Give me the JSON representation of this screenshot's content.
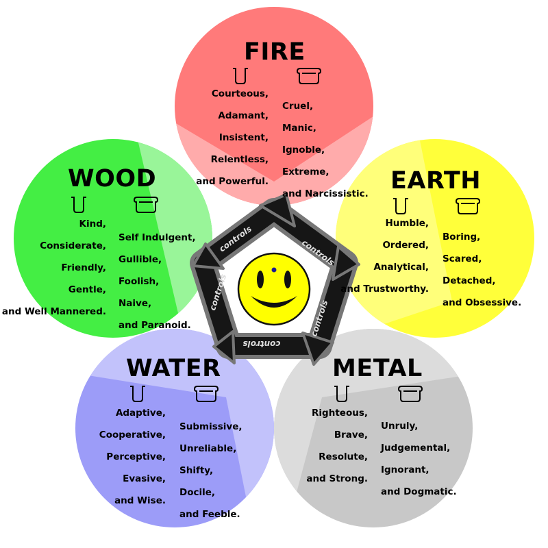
{
  "center": {
    "icon": "smiley-face-icon",
    "controls_label": "controls"
  },
  "elements": [
    {
      "key": "fire",
      "title": "FIRE",
      "icons": [
        "empty-cup-icon",
        "full-cup-icon"
      ],
      "positive": [
        "Courteous,",
        "Adamant,",
        "Insistent,",
        "Relentless,",
        "and Powerful."
      ],
      "negative": [
        "Cruel,",
        "Manic,",
        "Ignoble,",
        "Extreme,",
        "and Narcissistic."
      ],
      "color_dark": "#ff7a7a",
      "color_light": "#ffabab"
    },
    {
      "key": "earth",
      "title": "EARTH",
      "icons": [
        "empty-cup-icon",
        "full-cup-icon"
      ],
      "positive": [
        "Humble,",
        "Ordered,",
        "Analytical,",
        "and Trustworthy."
      ],
      "negative": [
        "Boring,",
        "Scared,",
        "Detached,",
        "and Obsessive."
      ],
      "color_dark": "#ffff3a",
      "color_light": "#ffff7a"
    },
    {
      "key": "metal",
      "title": "METAL",
      "icons": [
        "empty-cup-icon",
        "full-cup-icon"
      ],
      "positive": [
        "Righteous,",
        "Brave,",
        "Resolute,",
        "and Strong."
      ],
      "negative": [
        "Unruly,",
        "Judgemental,",
        "Ignorant,",
        "and Dogmatic."
      ],
      "color_dark": "#c8c8c8",
      "color_light": "#dcdcdc"
    },
    {
      "key": "water",
      "title": "WATER",
      "icons": [
        "empty-cup-icon",
        "full-cup-icon"
      ],
      "positive": [
        "Adaptive,",
        "Cooperative,",
        "Perceptive,",
        "Evasive,",
        "and Wise."
      ],
      "negative": [
        "Submissive,",
        "Unreliable,",
        "Shifty,",
        "Docile,",
        "and Feeble."
      ],
      "color_dark": "#9c9cf8",
      "color_light": "#c2c2fb"
    },
    {
      "key": "wood",
      "title": "WOOD",
      "icons": [
        "empty-cup-icon",
        "full-cup-icon"
      ],
      "positive": [
        "Kind,",
        "Considerate,",
        "Friendly,",
        "Gentle,",
        "and Well Mannered."
      ],
      "negative": [
        "Self Indulgent,",
        "Gullible,",
        "Foolish,",
        "Naive,",
        "and Paranoid."
      ],
      "color_dark": "#44ee44",
      "color_light": "#99f599"
    }
  ]
}
